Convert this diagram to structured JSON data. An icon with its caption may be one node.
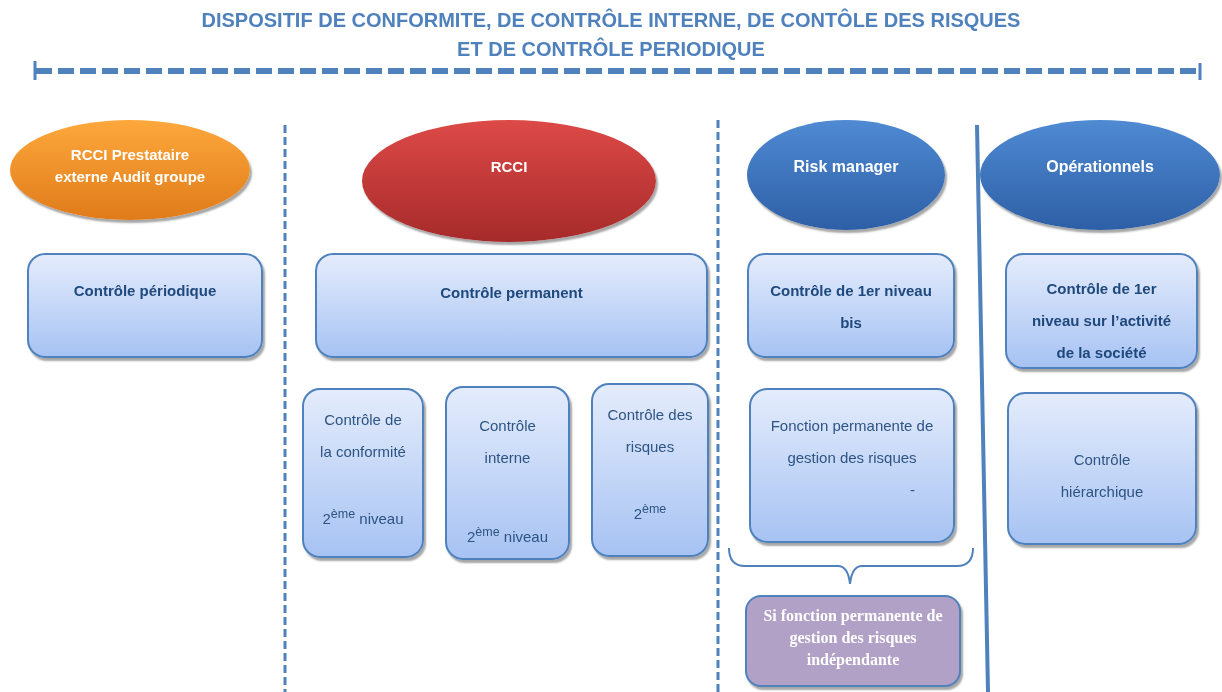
{
  "diagram": {
    "title": "DISPOSITIF DE CONFORMITE, DE CONTRÔLE INTERNE, DE CONTÔLE DES RISQUES ET DE CONTRÔLE PERIODIQUE",
    "nodes": [
      {
        "text": [
          "RCCI Prestataire externe Audit groupe"
        ]
      },
      {
        "text": [
          "Contrôle périodique"
        ]
      },
      {
        "text": [
          "RCCI"
        ]
      },
      {
        "text": [
          "Contrôle permanent"
        ]
      },
      {
        "text": [
          "Contrôle de la conformité",
          "2$^{ème}$ niveau"
        ]
      },
      {
        "text": [
          "Contrôle interne",
          "2$^{ème}$ niveau"
        ]
      },
      {
        "text": [
          "Contrôle des risques",
          "2$^{ème}$"
        ]
      },
      {
        "text": [
          "Risk manager"
        ]
      },
      {
        "text": [
          "Contrôle de 1er niveau bis"
        ]
      },
      {
        "text": [
          "Fonction permanente de gestion des risques",
          "-"
        ]
      },
      {
        "text": [
          "Si fonction permanente de gestion des risques indépendante"
        ]
      },
      {
        "text": [
          "Opérationnels"
        ]
      },
      {
        "text": [
          "Contrôle de 1er niveau sur l’activité de la société"
        ]
      },
      {
        "text": [
          "Contrôle hiérarchique"
        ]
      }
    ]
  }
}
